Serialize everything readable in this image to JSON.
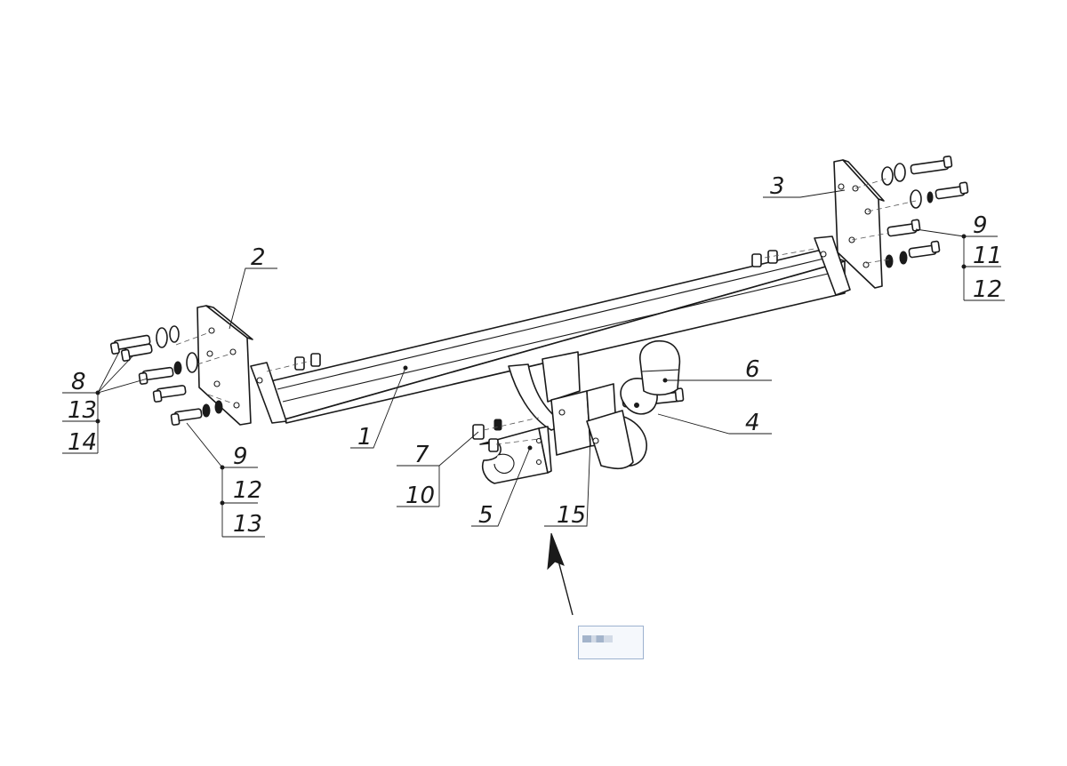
{
  "diagram": {
    "callouts": {
      "c1": "1",
      "c2": "2",
      "c3": "3",
      "c4": "4",
      "c5": "5",
      "c6": "6",
      "c7": "7",
      "c8": "8",
      "c9_left": "9",
      "c9_right": "9",
      "c10": "10",
      "c11": "11",
      "c12_left": "12",
      "c12_right": "12",
      "c13_upper": "13",
      "c13_lower": "13",
      "c14": "14",
      "c15": "15"
    },
    "stamp": "logo"
  }
}
